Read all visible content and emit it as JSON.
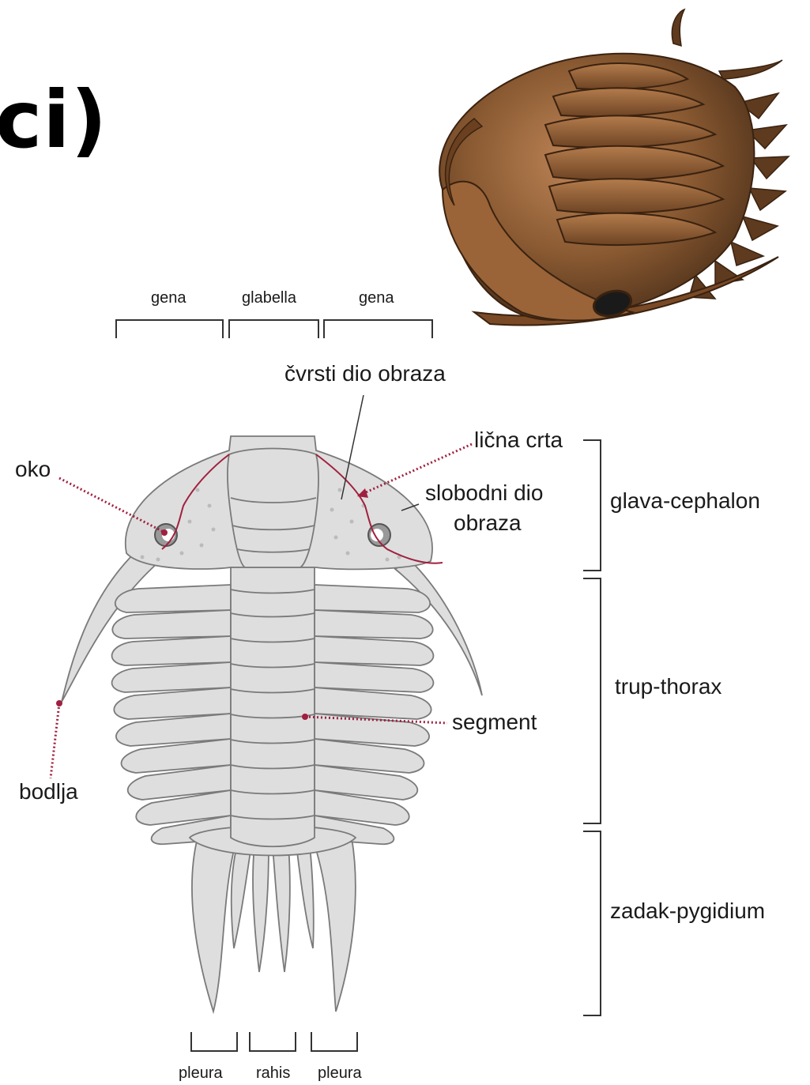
{
  "title_fragment": "ci)",
  "labels": {
    "gena_left": "gena",
    "glabella": "glabella",
    "gena_right": "gena",
    "fixed_cheek": "čvrsti dio obraza",
    "facial_suture": "lična crta",
    "free_cheek_line1": "slobodni dio",
    "free_cheek_line2": "obraza",
    "eye": "oko",
    "spine": "bodlja",
    "segment": "segment",
    "cephalon": "glava-cephalon",
    "thorax": "trup-thorax",
    "pygidium": "zadak-pygidium",
    "pleura_left": "pleura",
    "rhachis": "rahis",
    "pleura_right": "pleura"
  },
  "colors": {
    "body_fill": "#dedede",
    "outline": "#7a7a7a",
    "suture": "#a0203f",
    "fossil": "#8a5a32"
  }
}
